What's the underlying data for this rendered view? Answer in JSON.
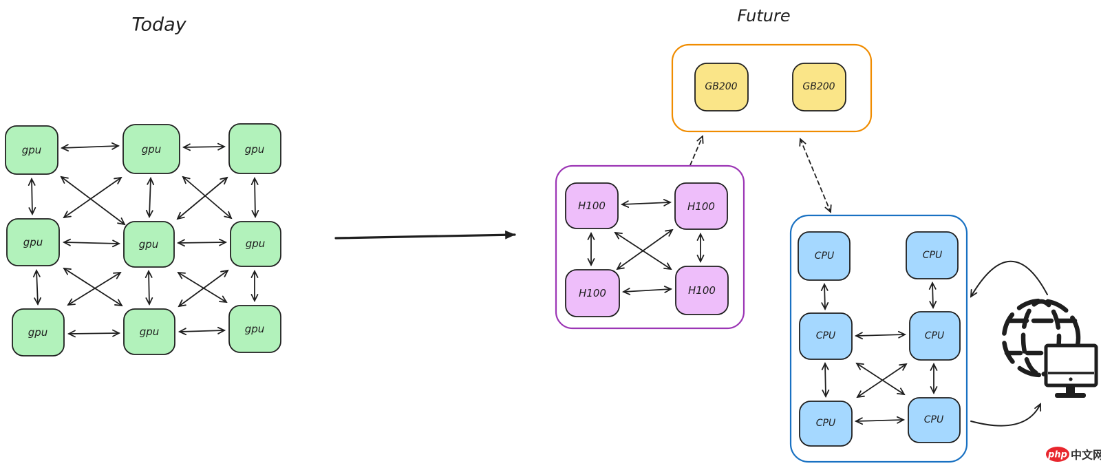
{
  "titles": {
    "today": "Today",
    "future": "Future"
  },
  "today_cluster": {
    "description": "fully meshed gpu grid",
    "nodes": [
      "gpu",
      "gpu",
      "gpu",
      "gpu",
      "gpu",
      "gpu",
      "gpu",
      "gpu",
      "gpu"
    ]
  },
  "future_clusters": {
    "gb200": {
      "nodes": [
        "GB200",
        "GB200"
      ]
    },
    "h100": {
      "nodes": [
        "H100",
        "H100",
        "H100",
        "H100"
      ]
    },
    "cpu": {
      "nodes": [
        "CPU",
        "CPU",
        "CPU",
        "CPU",
        "CPU",
        "CPU"
      ]
    }
  },
  "icons": {
    "globe": "globe-icon",
    "monitor": "monitor-icon"
  },
  "watermark": {
    "logo": "php",
    "text": "中文网"
  },
  "colors": {
    "gpu_fill": "#b2f2bb",
    "gb200_fill": "#fae588",
    "gb200_container_border": "#f08c00",
    "h100_fill": "#eebefa",
    "h100_container_border": "#9c36b5",
    "cpu_fill": "#a5d8ff",
    "cpu_container_border": "#1971c2",
    "ink": "#1e1e1e",
    "watermark_red": "#e8262d"
  }
}
